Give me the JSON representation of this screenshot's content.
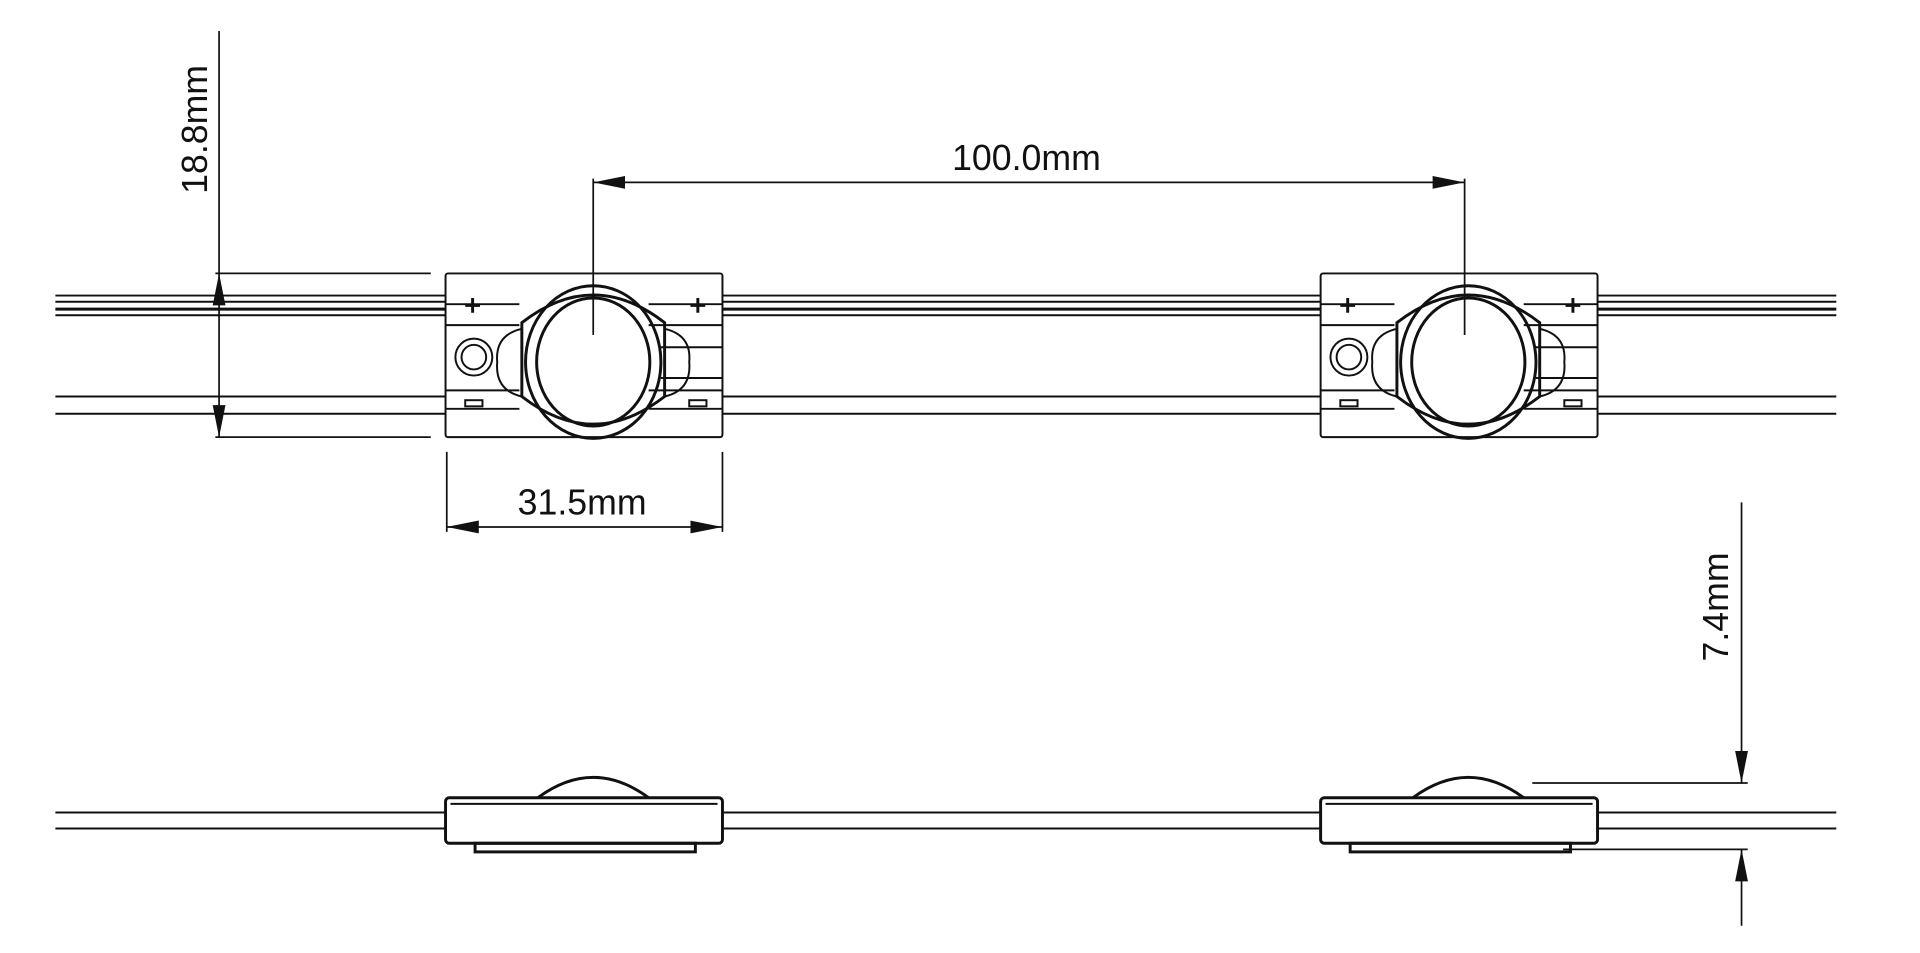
{
  "drawing": {
    "dimensions": {
      "module_height": "18.8mm",
      "pitch": "100.0mm",
      "module_width": "31.5mm",
      "module_thickness": "7.4mm"
    },
    "polarity": {
      "positive": "+",
      "negative": "−"
    },
    "module_count": 2,
    "line_color": "#111111",
    "background": "#ffffff"
  }
}
